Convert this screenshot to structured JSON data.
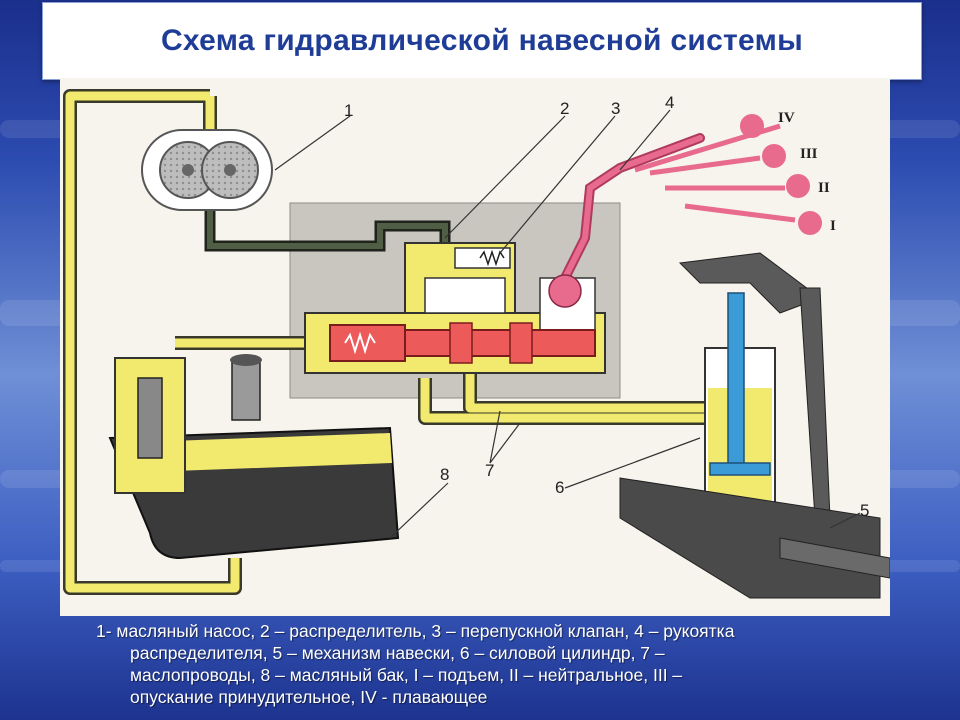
{
  "title": "Схема гидравлической навесной системы",
  "diagram": {
    "component_labels": [
      "1",
      "2",
      "3",
      "4",
      "5",
      "6",
      "7",
      "8"
    ],
    "position_labels": [
      "IV",
      "III",
      "II",
      "I"
    ]
  },
  "caption": {
    "line1": "1- масляный насос, 2 – распределитель, 3 – перепускной клапан, 4 – рукоятка",
    "line2": "распределителя, 5 – механизм навески, 6 – силовой цилиндр, 7 –",
    "line3": "маслопроводы, 8 – масляный бак, I – подъем, II – нейтральное, III –",
    "line4": "опускание принудительное, IV - плавающее"
  },
  "colors": {
    "title": "#1f3d96",
    "oil": "#f2ea6e",
    "pressure_line": "#3d4a35",
    "spool": "#ec5a5a",
    "handle": "#e86a8c",
    "piston": "#3b9bd6",
    "housing": "#c9c6c0"
  }
}
